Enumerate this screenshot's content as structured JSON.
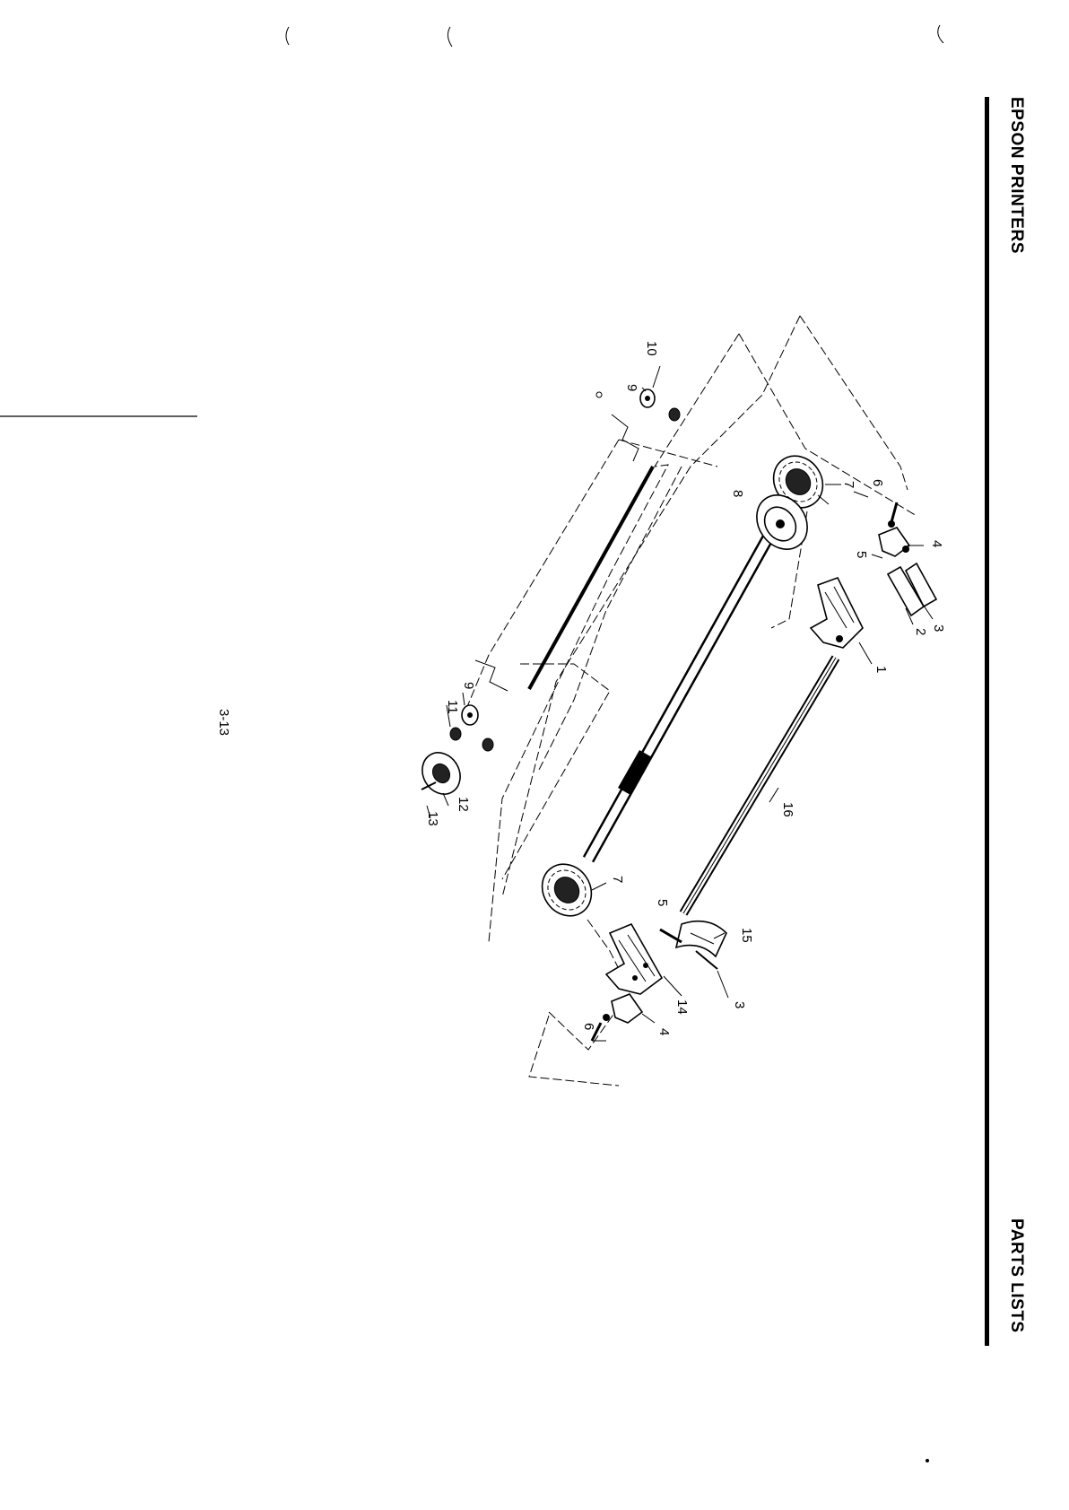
{
  "header": {
    "brand": "EPSON PRINTERS",
    "section": "PARTS LISTS"
  },
  "footer": {
    "page_number": "3-13"
  },
  "diagram": {
    "callouts": [
      "1",
      "2",
      "3",
      "4",
      "5",
      "6",
      "7",
      "8",
      "9",
      "10",
      "11",
      "12",
      "13",
      "14",
      "15",
      "16"
    ]
  }
}
